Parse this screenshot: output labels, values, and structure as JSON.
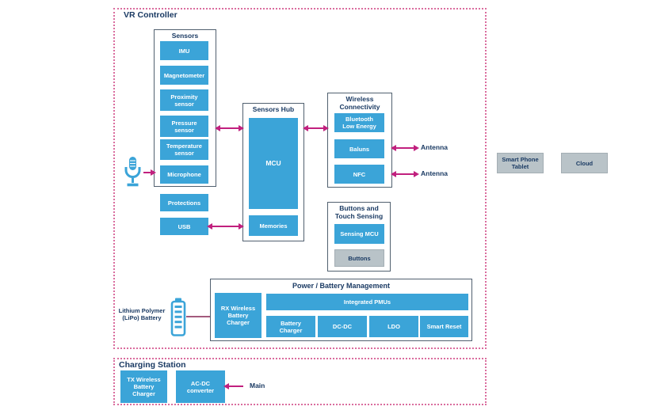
{
  "vr": {
    "label": "VR Controller",
    "sensors": {
      "title": "Sensors",
      "items": [
        "IMU",
        "Magnetometer",
        "Proximity sensor",
        "Pressure sensor",
        "Temperature sensor",
        "Microphone"
      ]
    },
    "protections": "Protections",
    "usb": "USB",
    "hub": {
      "title": "Sensors Hub",
      "mcu": "MCU",
      "memories": "Memories"
    },
    "wireless": {
      "title": "Wireless Connectivity",
      "items": [
        "Bluetooth Low Energy",
        "Baluns",
        "NFC"
      ]
    },
    "antennas": [
      "Antenna",
      "Antenna"
    ],
    "buttons_touch": {
      "title": "Buttons and Touch Sensing",
      "sensing_mcu": "Sensing MCU",
      "buttons": "Buttons"
    },
    "power": {
      "title": "Power / Battery Management",
      "rx_charger": "RX Wireless Battery Charger",
      "integrated_pmus": "Integrated PMUs",
      "sub": [
        "Battery Charger",
        "DC-DC",
        "LDO",
        "Smart Reset"
      ]
    },
    "battery_label": "Lithium Polymer (LiPo) Battery"
  },
  "charging": {
    "label": "Charging Station",
    "tx_charger": "TX Wireless Battery Charger",
    "ac_dc": "AC-DC converter",
    "main_label": "Main"
  },
  "external": {
    "smartphone": "Smart Phone Tablet",
    "cloud": "Cloud"
  },
  "icons": {
    "microphone": "microphone-icon",
    "battery": "battery-icon"
  },
  "colors": {
    "block_blue": "#3ba4d8",
    "arrow_magenta": "#c1207e",
    "dotted_pink": "#da6d9e",
    "navy_text": "#1a3a63",
    "gray_block": "#b9c3c8",
    "box_border": "#51606f"
  }
}
